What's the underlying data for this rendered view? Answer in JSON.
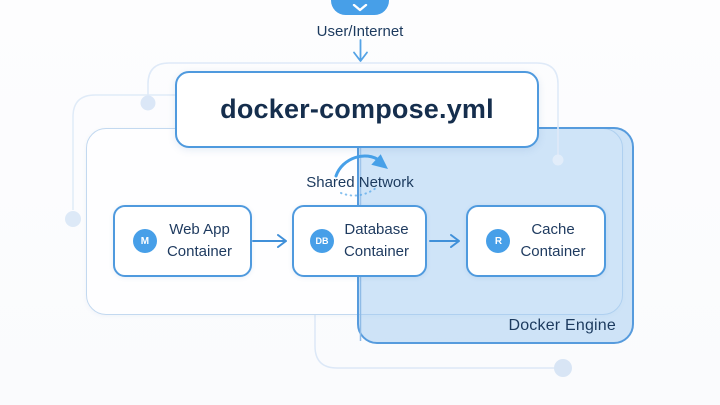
{
  "palette": {
    "accent_blue": "#479fe8",
    "box_border": "#4f9ade",
    "panel_border": "#569bdd",
    "panel_fill": "#cfe2f6",
    "text_dark": "#1c3a5e",
    "light_line": "#dde9f7"
  },
  "user_node": {
    "label": "User/Internet",
    "icon": "chevron-down"
  },
  "compose_node": {
    "label": "docker-compose.yml"
  },
  "network": {
    "label": "Shared Network"
  },
  "containers": [
    {
      "badge": "M",
      "line1": "Web App",
      "line2": "Container"
    },
    {
      "badge": "DB",
      "line1": "Database",
      "line2": "Container"
    },
    {
      "badge": "R",
      "line1": "Cache",
      "line2": "Container"
    }
  ],
  "engine": {
    "label": "Docker Engine"
  }
}
